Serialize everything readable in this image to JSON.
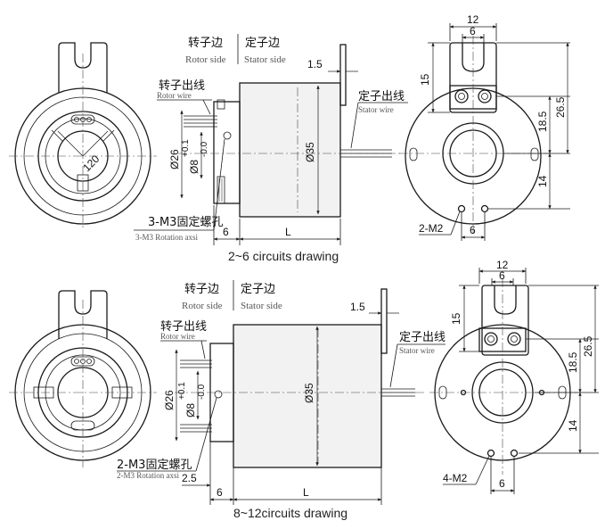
{
  "drawings": [
    {
      "caption": "2~6 circuits drawing",
      "rotor_side_cn": "转子边",
      "rotor_side_en": "Rotor side",
      "stator_side_cn": "定子边",
      "stator_side_en": "Stator side",
      "rotor_wire_cn": "转子出线",
      "rotor_wire_en": "Rotor wire",
      "stator_wire_cn": "定子出线",
      "stator_wire_en": "Stator wire",
      "set_screw_cn": "3-M3固定螺孔",
      "set_screw_en": "3-M3 Rotation axsi",
      "dims": {
        "angle": "120",
        "d26": "Ø26",
        "d8": "Ø8",
        "tol_plus": "+0.1",
        "tol_minus": "-0.0",
        "d35": "Ø35",
        "flange_t": "1.5",
        "len6": "6",
        "len_l": "L",
        "w12": "12",
        "w6": "6",
        "h15": "15",
        "h18_5": "18.5",
        "h26_5": "26.5",
        "h14": "14",
        "holes": "2-M2",
        "hole_pitch": "6"
      }
    },
    {
      "caption": "8~12circuits drawing",
      "rotor_side_cn": "转子边",
      "rotor_side_en": "Rotor side",
      "stator_side_cn": "定子边",
      "stator_side_en": "Stator side",
      "rotor_wire_cn": "转子出线",
      "rotor_wire_en": "Rotor wire",
      "stator_wire_cn": "定子出线",
      "stator_wire_en": "Stator wire",
      "set_screw_cn": "2-M3固定螺孔",
      "set_screw_en": "2-M3 Rotation axsi",
      "dims": {
        "d26": "Ø26",
        "d8": "Ø8",
        "tol_plus": "+0.1",
        "tol_minus": "-0.0",
        "d35": "Ø35",
        "flange_t": "1.5",
        "offset": "2.5",
        "len6": "6",
        "len_l": "L",
        "w12": "12",
        "w6": "6",
        "h15": "15",
        "h18_5": "18.5",
        "h26_5": "26.5",
        "h14": "14",
        "holes": "4-M2",
        "hole_pitch": "6"
      }
    }
  ]
}
